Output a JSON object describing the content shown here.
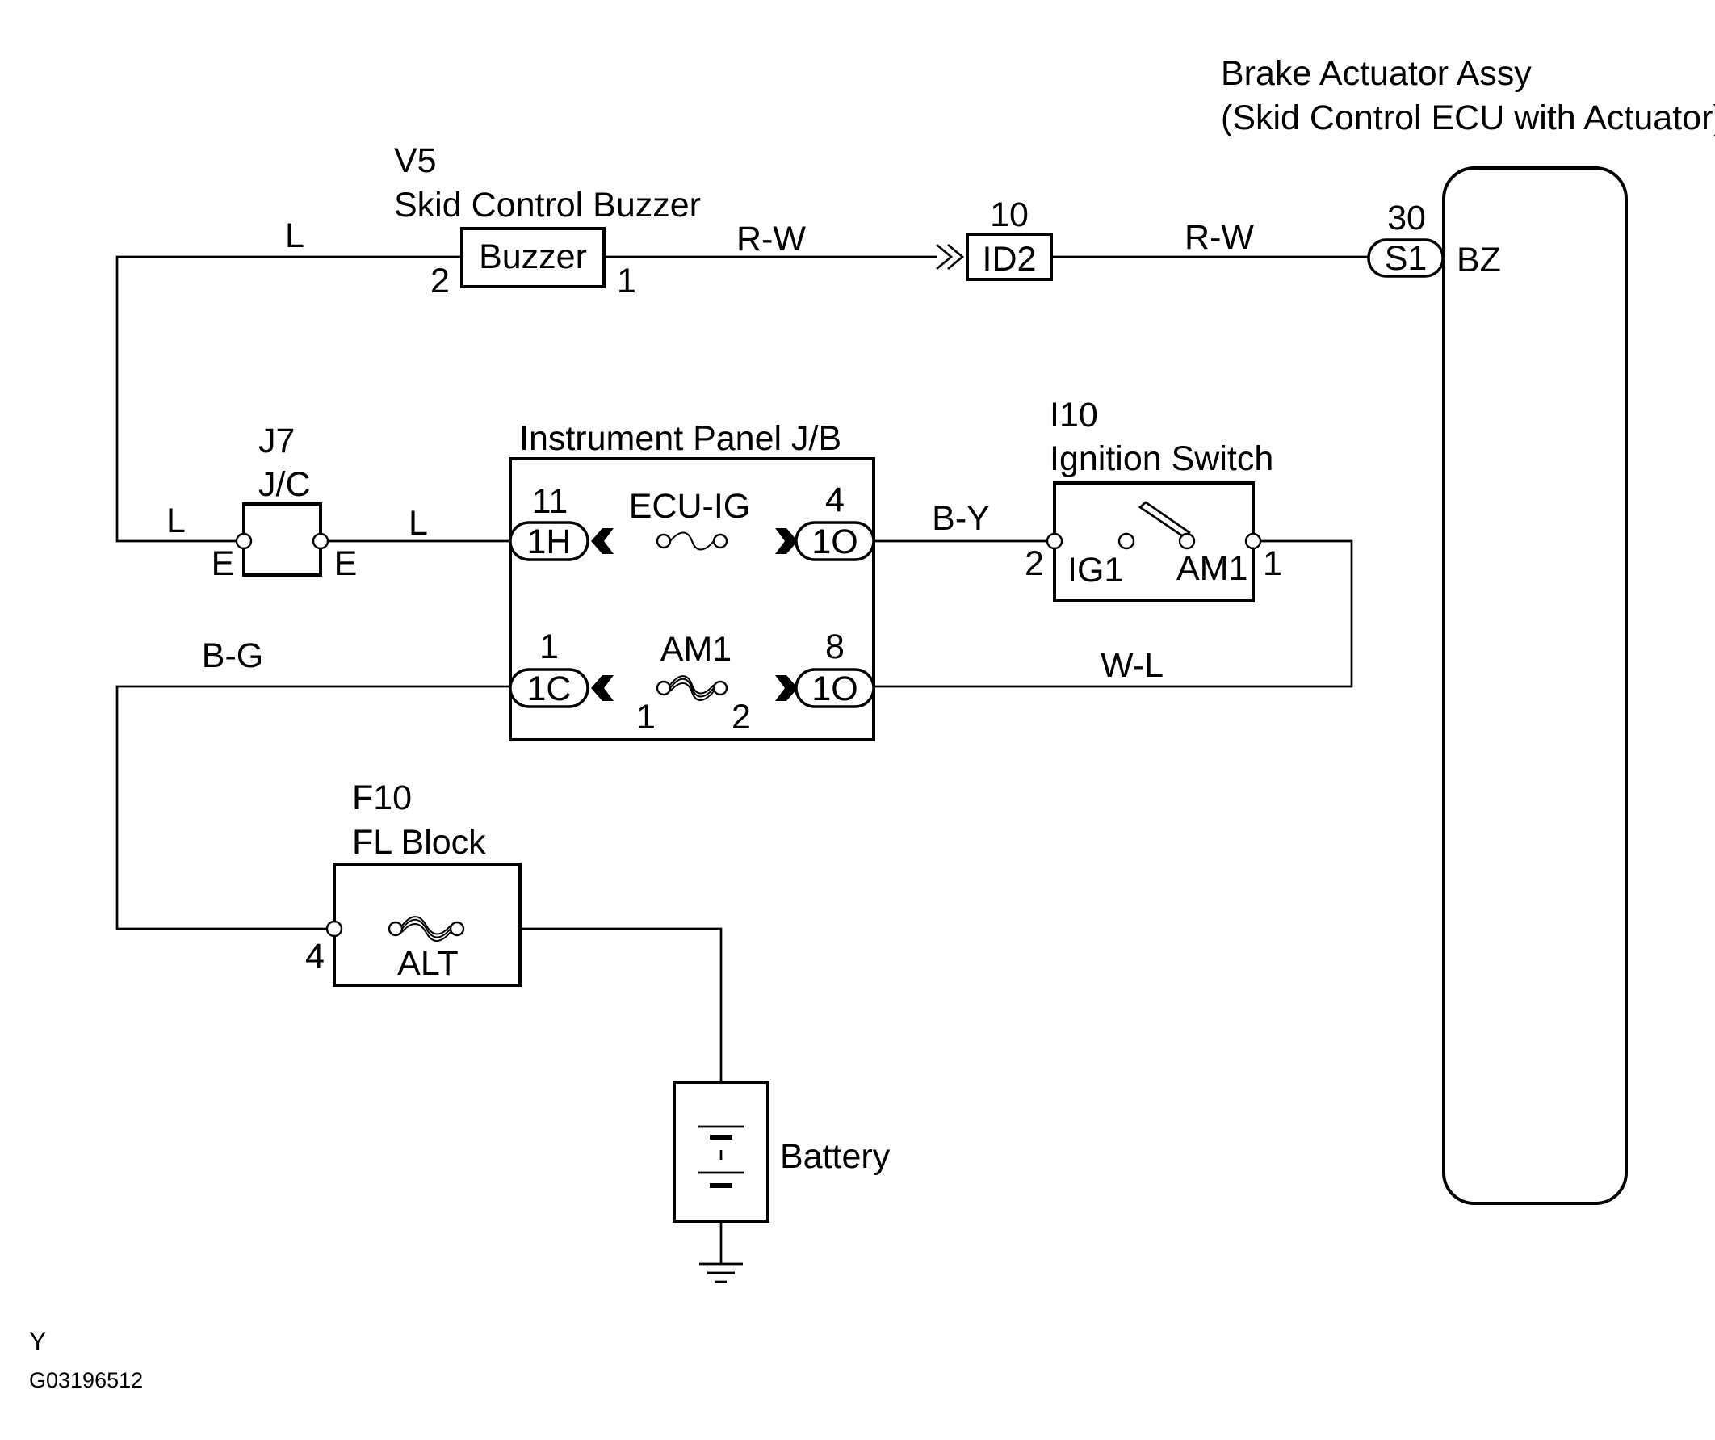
{
  "components": {
    "brake_actuator": {
      "title_line1": "Brake Actuator Assy",
      "title_line2": "(Skid Control ECU with Actuator)",
      "connector": "S1",
      "pin": "30",
      "terminal": "BZ"
    },
    "buzzer": {
      "code": "V5",
      "name": "Skid Control Buzzer",
      "label": "Buzzer",
      "pin_left": "2",
      "pin_right": "1"
    },
    "connector_id2": {
      "label": "ID2",
      "pin": "10"
    },
    "junction_j7": {
      "code": "J7",
      "name": "J/C",
      "pin_left": "E",
      "pin_right": "E"
    },
    "instrument_panel_jb": {
      "name": "Instrument Panel J/B",
      "ecu_ig": {
        "fuse": "ECU-IG",
        "left_conn": "1H",
        "left_pin": "11",
        "right_conn": "1O",
        "right_pin": "4"
      },
      "am1": {
        "fuse": "AM1",
        "left_conn": "1C",
        "left_pin": "1",
        "right_conn": "1O",
        "right_pin": "8",
        "fuse_pin_left": "1",
        "fuse_pin_right": "2"
      }
    },
    "ignition_switch": {
      "code": "I10",
      "name": "Ignition Switch",
      "ig1": "IG1",
      "am1": "AM1",
      "pin_left": "2",
      "pin_right": "1"
    },
    "fl_block": {
      "code": "F10",
      "name": "FL Block",
      "fuse": "ALT",
      "pin": "4"
    },
    "battery": {
      "label": "Battery"
    }
  },
  "wires": {
    "buzzer_left": "L",
    "buzzer_to_id2": "R-W",
    "id2_to_ecu": "R-W",
    "jc_left": "L",
    "jc_right": "L",
    "jb_to_ign": "B-Y",
    "ign_to_jb": "W-L",
    "bg": "B-G"
  },
  "footer": {
    "code": "Y",
    "figure_id": "G03196512"
  }
}
